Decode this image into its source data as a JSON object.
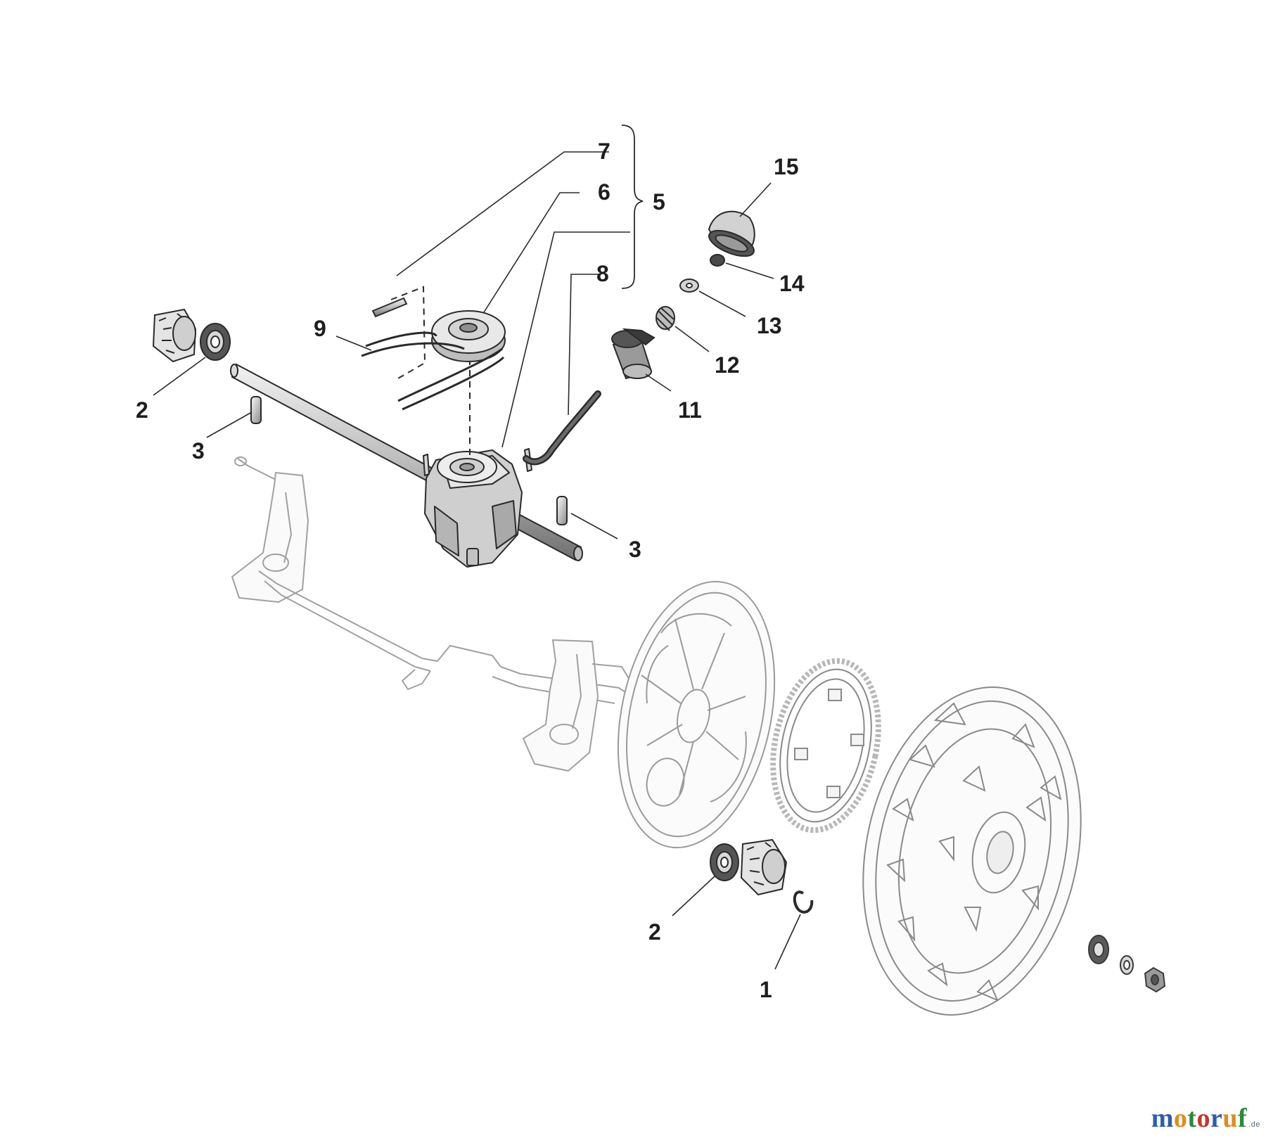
{
  "diagram": {
    "callouts": [
      {
        "id": "c7",
        "text": "7"
      },
      {
        "id": "c6",
        "text": "6"
      },
      {
        "id": "c5",
        "text": "5"
      },
      {
        "id": "c8",
        "text": "8"
      },
      {
        "id": "c9",
        "text": "9"
      },
      {
        "id": "c15",
        "text": "15"
      },
      {
        "id": "c14",
        "text": "14"
      },
      {
        "id": "c13",
        "text": "13"
      },
      {
        "id": "c12",
        "text": "12"
      },
      {
        "id": "c11",
        "text": "11"
      },
      {
        "id": "c2a",
        "text": "2"
      },
      {
        "id": "c3a",
        "text": "3"
      },
      {
        "id": "c3b",
        "text": "3"
      },
      {
        "id": "c2b",
        "text": "2"
      },
      {
        "id": "c1",
        "text": "1"
      }
    ]
  },
  "watermark": {
    "letters": [
      "m",
      "o",
      "t",
      "o",
      "r",
      "u",
      "f"
    ],
    "letter_colors": [
      "#2b5fa8",
      "#e08a1c",
      "#2a8a3a",
      "#c0392b",
      "#2b5fa8",
      "#e08a1c",
      "#2a8a3a"
    ],
    "tld": ".de"
  },
  "colors": {
    "part_line": "#2a2a2a",
    "ghost_line": "#9a9a9a",
    "part_fill": "#d9d9d9"
  }
}
